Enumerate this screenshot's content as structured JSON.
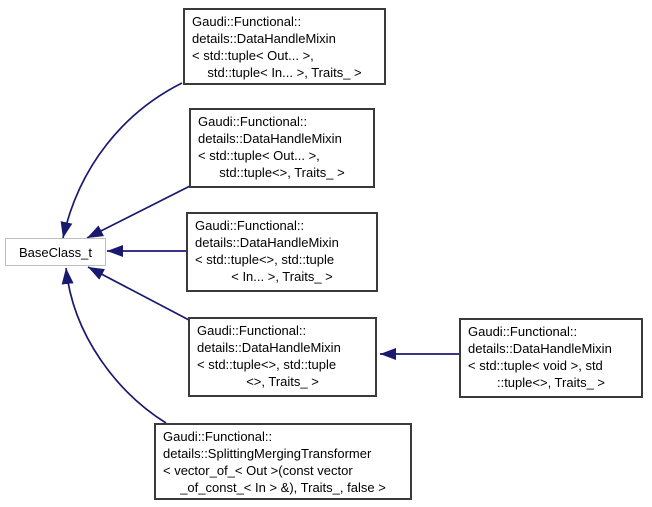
{
  "colors": {
    "background": "#ffffff",
    "arrow": "#191970",
    "node_border": "#3a3a3a",
    "node_fill": "#ffffff",
    "base_node_border": "#bfbfbf",
    "text": "#000000"
  },
  "nodes": [
    {
      "id": "baseclass-t",
      "lines": [
        "BaseClass_t"
      ]
    },
    {
      "id": "datahandlemixin-out-in-traits",
      "lines": [
        "Gaudi::Functional::",
        "details::DataHandleMixin",
        "< std::tuple< Out... >,",
        "std::tuple< In... >, Traits_ >"
      ]
    },
    {
      "id": "datahandlemixin-out-empty-traits",
      "lines": [
        "Gaudi::Functional::",
        "details::DataHandleMixin",
        "< std::tuple< Out... >,",
        "std::tuple<>, Traits_ >"
      ]
    },
    {
      "id": "datahandlemixin-empty-in-traits",
      "lines": [
        "Gaudi::Functional::",
        "details::DataHandleMixin",
        "< std::tuple<>, std::tuple",
        "< In... >, Traits_ >"
      ]
    },
    {
      "id": "datahandlemixin-empty-empty-traits",
      "lines": [
        "Gaudi::Functional::",
        "details::DataHandleMixin",
        "< std::tuple<>, std::tuple",
        "<>, Traits_ >"
      ]
    },
    {
      "id": "datahandlemixin-void-empty-traits",
      "lines": [
        "Gaudi::Functional::",
        "details::DataHandleMixin",
        "< std::tuple< void >, std",
        "::tuple<>, Traits_ >"
      ]
    },
    {
      "id": "splittingmergingtransformer",
      "lines": [
        "Gaudi::Functional::",
        "details::SplittingMergingTransformer",
        "< vector_of_< Out >(const vector",
        "_of_const_< In > &), Traits_, false >"
      ]
    }
  ]
}
